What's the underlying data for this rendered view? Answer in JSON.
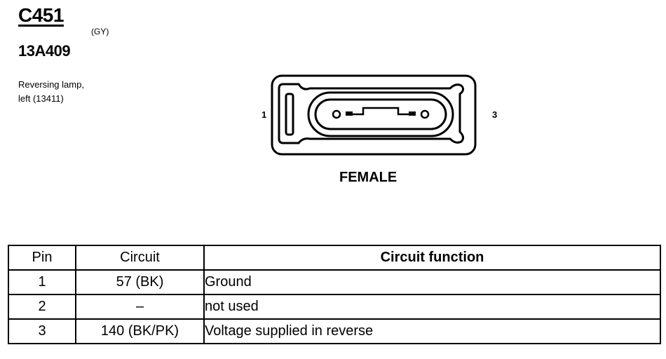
{
  "header": {
    "connector_id": "C451",
    "wire_color": "(GY)",
    "part_number": "13A409"
  },
  "description": {
    "line1": "Reversing lamp,",
    "line2": "left (13411)"
  },
  "diagram": {
    "pin_left_label": "1",
    "pin_right_label": "3",
    "gender": "FEMALE"
  },
  "table": {
    "headers": {
      "pin": "Pin",
      "circuit": "Circuit",
      "function": "Circuit function"
    },
    "rows": [
      {
        "pin": "1",
        "circuit": "57 (BK)",
        "function": "Ground"
      },
      {
        "pin": "2",
        "circuit": "–",
        "function": "not used"
      },
      {
        "pin": "3",
        "circuit": "140 (BK/PK)",
        "function": "Voltage supplied in reverse"
      }
    ]
  }
}
